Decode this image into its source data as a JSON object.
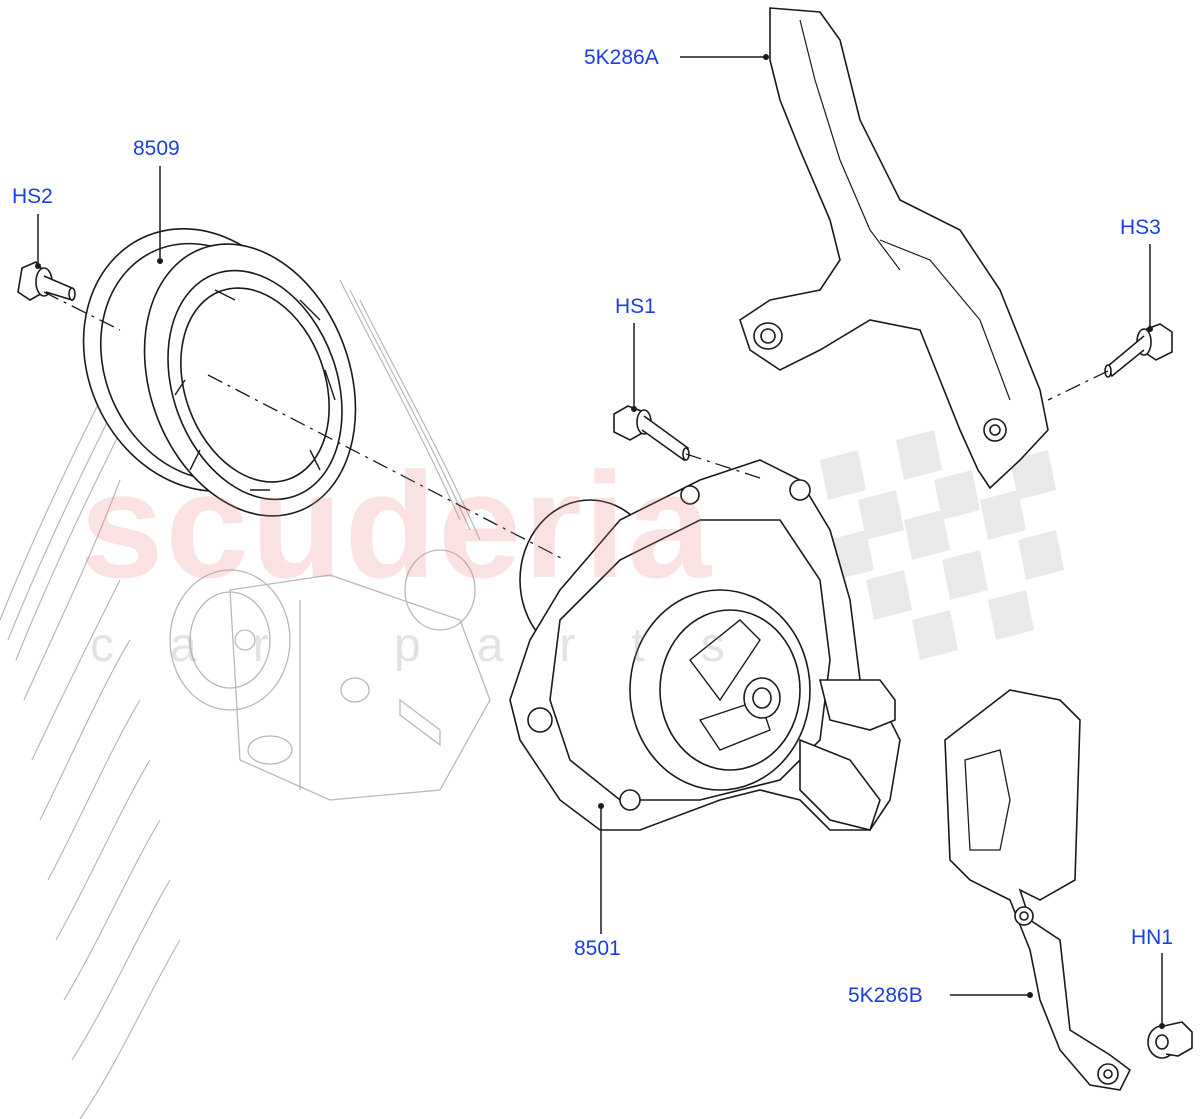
{
  "watermark": {
    "brand": "scuderia",
    "subtitle": "car parts",
    "brand_color": "#e8787d"
  },
  "callouts": {
    "bracket_upper": "5K286A",
    "pulley": "8509",
    "bolt_hs2": "HS2",
    "bolt_hs1": "HS1",
    "bolt_hs3": "HS3",
    "water_pump": "8501",
    "nut_hn1": "HN1",
    "bracket_lower": "5K286B"
  },
  "colors": {
    "callout_text": "#1a3fe0",
    "line_art": "#1a1a1a",
    "ghost_art": "#b8b8b8"
  }
}
